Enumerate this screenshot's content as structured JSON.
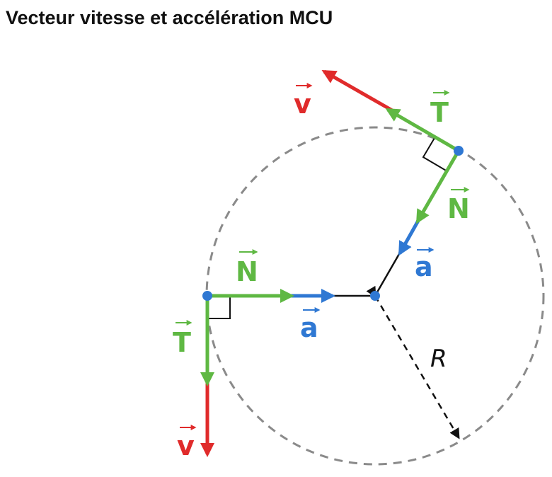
{
  "title": "Vecteur vitesse et accélération MCU",
  "labels": {
    "velocity": "v",
    "tangent": "T",
    "normal": "N",
    "acceleration": "a",
    "radius": "R"
  },
  "colors": {
    "velocity": "#e02b2b",
    "tangent_normal": "#5fb843",
    "acceleration": "#2f78d3",
    "circle": "#8a8a8a",
    "radius": "#111111"
  }
}
